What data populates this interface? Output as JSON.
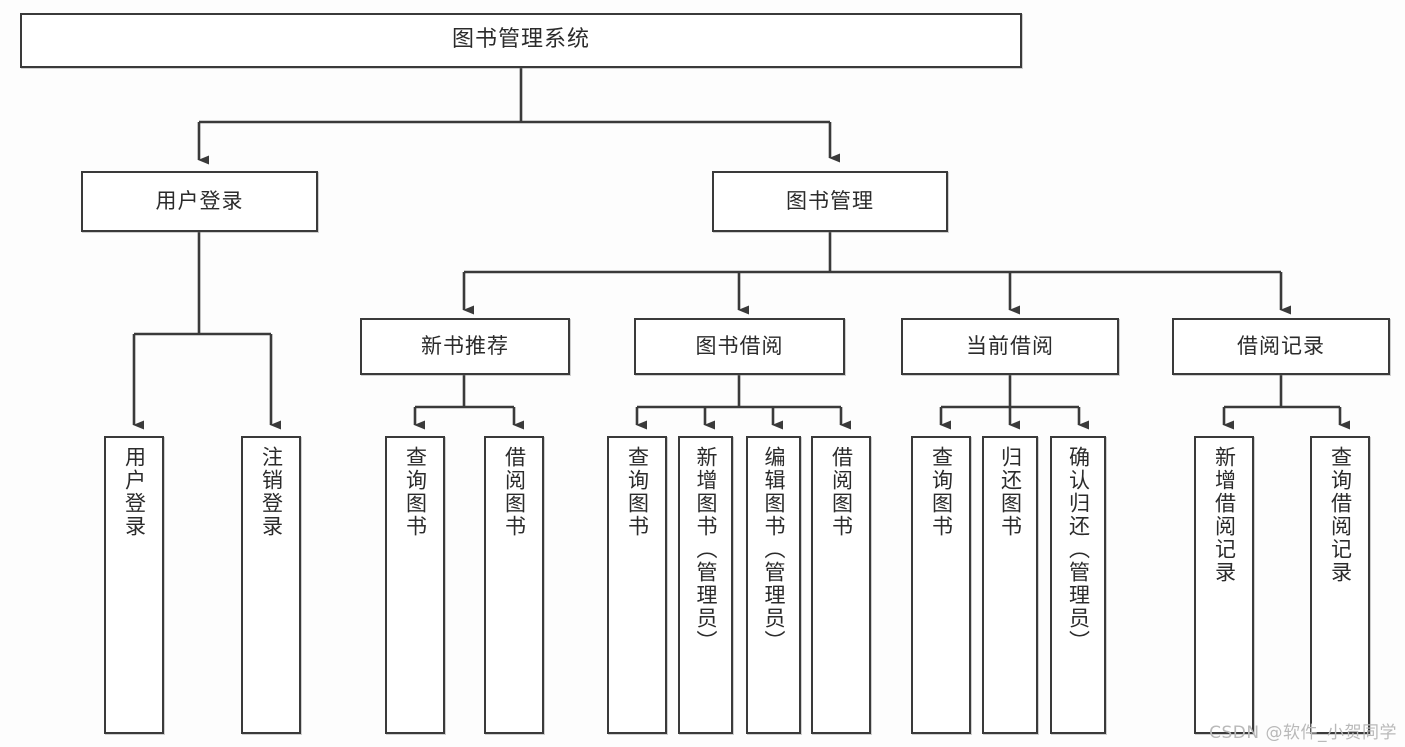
{
  "diagram": {
    "title": "图书管理系统",
    "watermark": "CSDN @软件_小贺同学",
    "colors": {
      "background": "#fdfdfd",
      "node_fill": "#ffffff",
      "node_border": "#3a3a3a",
      "edge": "#3a3a3a",
      "text": "#2b2b2b",
      "watermark": "#b9b9b9"
    },
    "root": {
      "label": "图书管理系统"
    },
    "level1": [
      {
        "label": "用户登录"
      },
      {
        "label": "图书管理"
      }
    ],
    "level2": [
      {
        "label": "新书推荐"
      },
      {
        "label": "图书借阅"
      },
      {
        "label": "当前借阅"
      },
      {
        "label": "借阅记录"
      }
    ],
    "leaves": {
      "user_login": [
        {
          "label": "用户登录"
        },
        {
          "label": "注销登录"
        }
      ],
      "new_book_recommend": [
        {
          "label": "查询图书"
        },
        {
          "label": "借阅图书"
        }
      ],
      "book_borrow": [
        {
          "label": "查询图书"
        },
        {
          "label": "新增图书（管理员）"
        },
        {
          "label": "编辑图书（管理员）"
        },
        {
          "label": "借阅图书"
        }
      ],
      "current_borrow": [
        {
          "label": "查询图书"
        },
        {
          "label": "归还图书"
        },
        {
          "label": "确认归还（管理员）"
        }
      ],
      "borrow_record": [
        {
          "label": "新增借阅记录"
        },
        {
          "label": "查询借阅记录"
        }
      ]
    }
  }
}
